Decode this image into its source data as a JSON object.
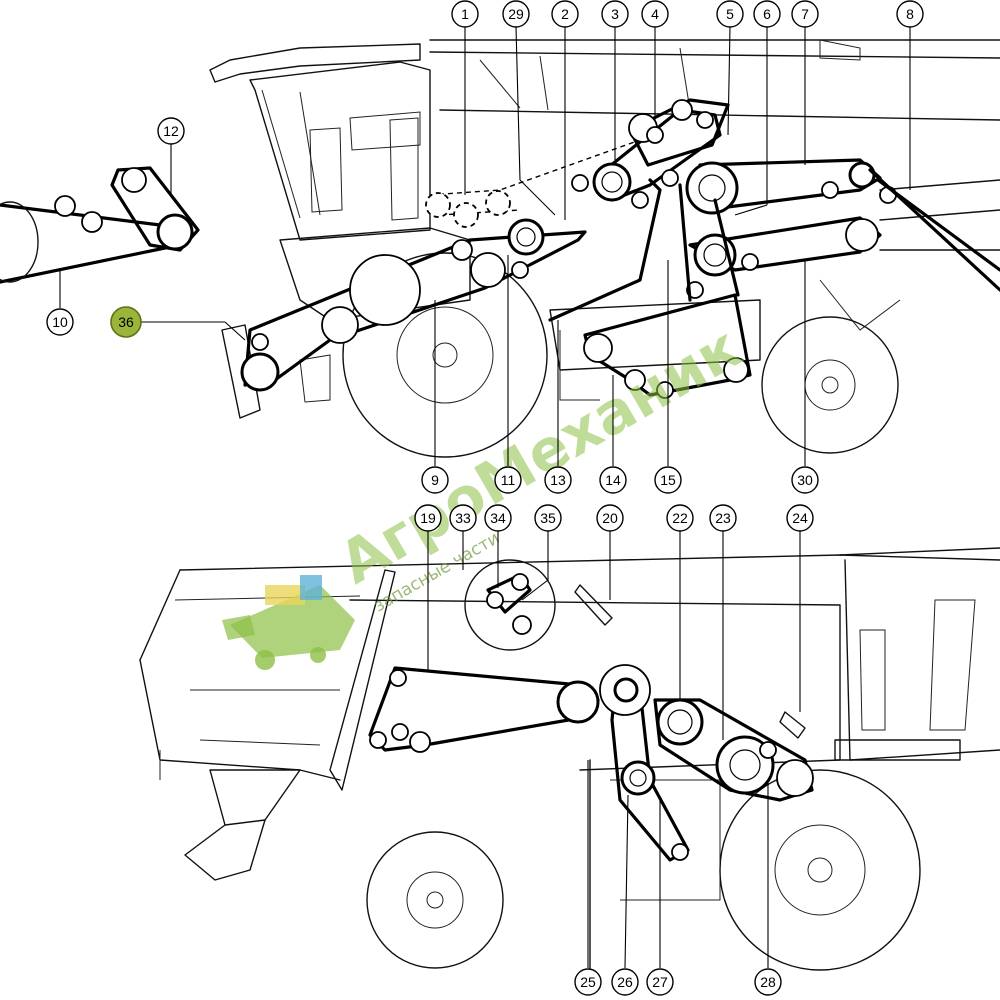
{
  "watermark": {
    "brand": "АгроМеханик",
    "tagline": "запасные части",
    "accent": "#8dbf46",
    "logo_icon": "combine-harvester-icon"
  },
  "callouts": {
    "1": "1",
    "2": "2",
    "3": "3",
    "4": "4",
    "5": "5",
    "6": "6",
    "7": "7",
    "8": "8",
    "9": "9",
    "10": "10",
    "11": "11",
    "12": "12",
    "13": "13",
    "14": "14",
    "15": "15",
    "19": "19",
    "20": "20",
    "22": "22",
    "23": "23",
    "24": "24",
    "25": "25",
    "26": "26",
    "27": "27",
    "28": "28",
    "29": "29",
    "30": "30",
    "33": "33",
    "34": "34",
    "35": "35",
    "36": "36"
  },
  "highlight": {
    "callout": "36",
    "color": "#9bb53a"
  }
}
